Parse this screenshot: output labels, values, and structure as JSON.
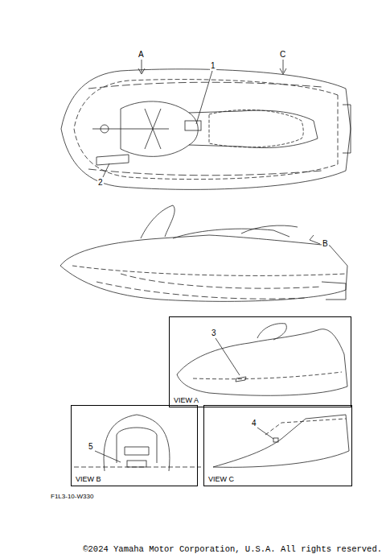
{
  "diagram": {
    "nodes": [
      {
        "text": [
          "VIEW A"
        ]
      },
      {
        "text": [
          "VIEW B"
        ]
      },
      {
        "text": [
          "VIEW C"
        ]
      }
    ],
    "labels": [
      "A",
      "C",
      "1",
      "2",
      "B",
      "3",
      "5",
      "4",
      "F1L3-10-W330",
      "©2024 Yamaha Motor Corporation, U.S.A. All rights reserved."
    ]
  }
}
